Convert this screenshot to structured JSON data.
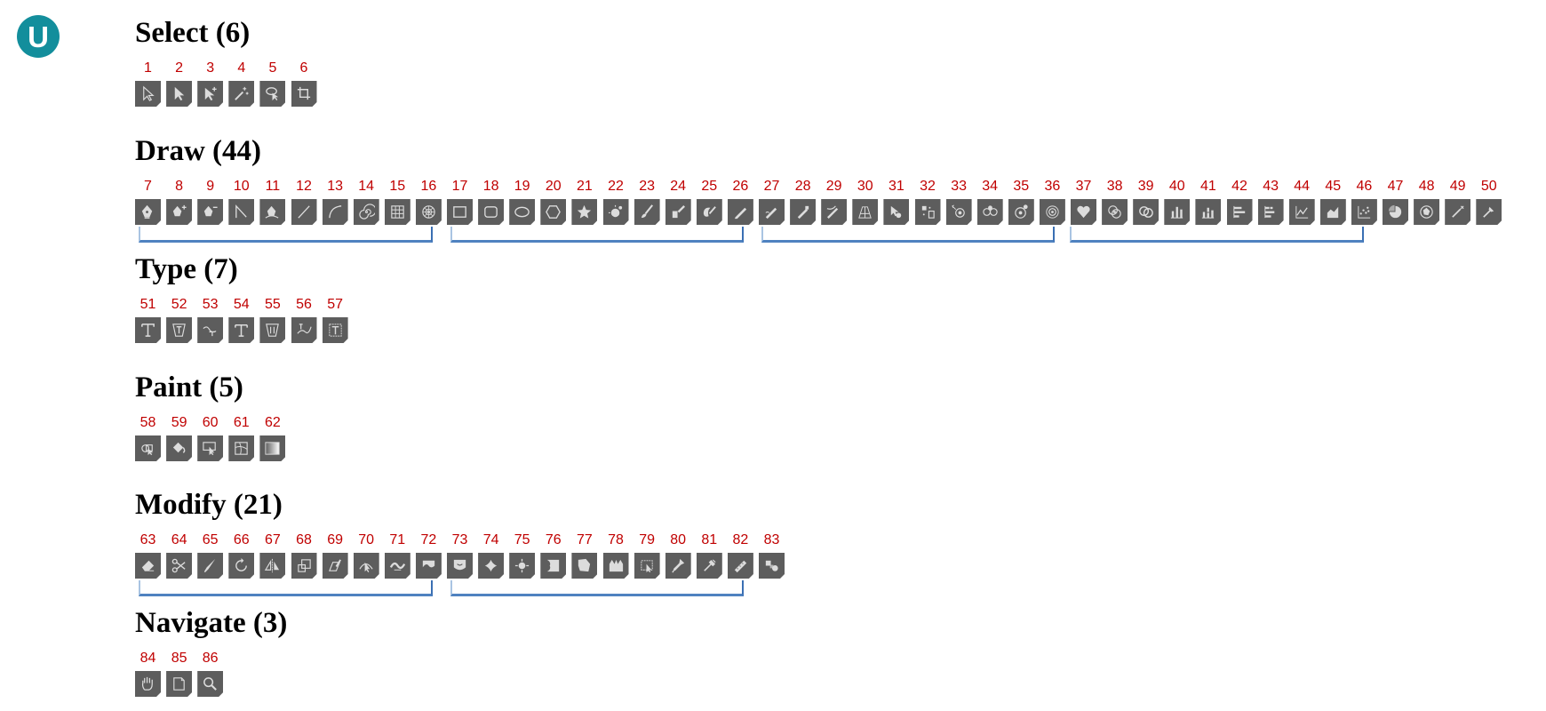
{
  "logo": {
    "letter": "U",
    "color": "#138e9c"
  },
  "number_color": "#c00000",
  "button_color": "#5d5d5d",
  "bracket_color": "#4f82c0",
  "sections": [
    {
      "title": "Select (6)",
      "tools": [
        {
          "num": "1",
          "icon": "arrow-outline-icon"
        },
        {
          "num": "2",
          "icon": "arrow-icon"
        },
        {
          "num": "3",
          "icon": "arrow-plus-icon"
        },
        {
          "num": "4",
          "icon": "magic-wand-icon"
        },
        {
          "num": "5",
          "icon": "lasso-icon"
        },
        {
          "num": "6",
          "icon": "crop-icon"
        }
      ]
    },
    {
      "title": "Draw (44)",
      "tools": [
        {
          "num": "7",
          "icon": "pen-icon"
        },
        {
          "num": "8",
          "icon": "pen-plus-icon"
        },
        {
          "num": "9",
          "icon": "pen-minus-icon"
        },
        {
          "num": "10",
          "icon": "anchor-icon"
        },
        {
          "num": "11",
          "icon": "curvature-pen-icon"
        },
        {
          "num": "12",
          "icon": "line-icon"
        },
        {
          "num": "13",
          "icon": "arc-icon"
        },
        {
          "num": "14",
          "icon": "spiral-icon"
        },
        {
          "num": "15",
          "icon": "grid-icon"
        },
        {
          "num": "16",
          "icon": "polar-grid-icon"
        },
        {
          "num": "17",
          "icon": "rectangle-icon"
        },
        {
          "num": "18",
          "icon": "rounded-rectangle-icon"
        },
        {
          "num": "19",
          "icon": "ellipse-icon"
        },
        {
          "num": "20",
          "icon": "polygon-icon"
        },
        {
          "num": "21",
          "icon": "star-icon"
        },
        {
          "num": "22",
          "icon": "flare-icon"
        },
        {
          "num": "23",
          "icon": "paintbrush-icon"
        },
        {
          "num": "24",
          "icon": "blob-brush-icon"
        },
        {
          "num": "25",
          "icon": "shaper-icon"
        },
        {
          "num": "26",
          "icon": "pencil-icon"
        },
        {
          "num": "27",
          "icon": "smooth-icon"
        },
        {
          "num": "28",
          "icon": "path-eraser-icon"
        },
        {
          "num": "29",
          "icon": "join-icon"
        },
        {
          "num": "30",
          "icon": "perspective-grid-icon"
        },
        {
          "num": "31",
          "icon": "perspective-select-icon"
        },
        {
          "num": "32",
          "icon": "symbol-sprayer-icon"
        },
        {
          "num": "33",
          "icon": "symbol-shifter-icon"
        },
        {
          "num": "34",
          "icon": "symbol-scruncher-icon"
        },
        {
          "num": "35",
          "icon": "symbol-sizer-icon"
        },
        {
          "num": "36",
          "icon": "symbol-spinner-icon"
        },
        {
          "num": "37",
          "icon": "symbol-stainer-icon"
        },
        {
          "num": "38",
          "icon": "symbol-screener-icon"
        },
        {
          "num": "39",
          "icon": "symbol-styler-icon"
        },
        {
          "num": "40",
          "icon": "column-graph-icon"
        },
        {
          "num": "41",
          "icon": "stacked-column-graph-icon"
        },
        {
          "num": "42",
          "icon": "bar-graph-icon"
        },
        {
          "num": "43",
          "icon": "stacked-bar-graph-icon"
        },
        {
          "num": "44",
          "icon": "line-graph-icon"
        },
        {
          "num": "45",
          "icon": "area-graph-icon"
        },
        {
          "num": "46",
          "icon": "scatter-graph-icon"
        },
        {
          "num": "47",
          "icon": "pie-graph-icon"
        },
        {
          "num": "48",
          "icon": "radar-graph-icon"
        },
        {
          "num": "49",
          "icon": "pen-tip-icon"
        },
        {
          "num": "50",
          "icon": "pen-angle-icon"
        }
      ]
    },
    {
      "title": "Type (7)",
      "tools": [
        {
          "num": "51",
          "icon": "type-icon"
        },
        {
          "num": "52",
          "icon": "area-type-icon"
        },
        {
          "num": "53",
          "icon": "type-on-path-icon"
        },
        {
          "num": "54",
          "icon": "vertical-type-icon"
        },
        {
          "num": "55",
          "icon": "vertical-area-type-icon"
        },
        {
          "num": "56",
          "icon": "vertical-type-on-path-icon"
        },
        {
          "num": "57",
          "icon": "touch-type-icon"
        }
      ]
    },
    {
      "title": "Paint (5)",
      "tools": [
        {
          "num": "58",
          "icon": "shape-builder-icon"
        },
        {
          "num": "59",
          "icon": "live-paint-bucket-icon"
        },
        {
          "num": "60",
          "icon": "live-paint-selection-icon"
        },
        {
          "num": "61",
          "icon": "mesh-icon"
        },
        {
          "num": "62",
          "icon": "gradient-icon"
        }
      ]
    },
    {
      "title": "Modify (21)",
      "tools": [
        {
          "num": "63",
          "icon": "eraser-icon"
        },
        {
          "num": "64",
          "icon": "scissors-icon"
        },
        {
          "num": "65",
          "icon": "knife-icon"
        },
        {
          "num": "66",
          "icon": "rotate-icon"
        },
        {
          "num": "67",
          "icon": "reflect-icon"
        },
        {
          "num": "68",
          "icon": "scale-icon"
        },
        {
          "num": "69",
          "icon": "shear-icon"
        },
        {
          "num": "70",
          "icon": "reshape-icon"
        },
        {
          "num": "71",
          "icon": "width-icon"
        },
        {
          "num": "72",
          "icon": "warp-icon"
        },
        {
          "num": "73",
          "icon": "twirl-icon"
        },
        {
          "num": "74",
          "icon": "pucker-icon"
        },
        {
          "num": "75",
          "icon": "bloat-icon"
        },
        {
          "num": "76",
          "icon": "scallop-icon"
        },
        {
          "num": "77",
          "icon": "crystallize-icon"
        },
        {
          "num": "78",
          "icon": "wrinkle-icon"
        },
        {
          "num": "79",
          "icon": "free-transform-icon"
        },
        {
          "num": "80",
          "icon": "puppet-warp-icon"
        },
        {
          "num": "81",
          "icon": "eyedropper-icon"
        },
        {
          "num": "82",
          "icon": "measure-icon"
        },
        {
          "num": "83",
          "icon": "blend-icon"
        }
      ]
    },
    {
      "title": "Navigate (3)",
      "tools": [
        {
          "num": "84",
          "icon": "hand-icon"
        },
        {
          "num": "85",
          "icon": "print-tiling-icon"
        },
        {
          "num": "86",
          "icon": "zoom-icon"
        }
      ]
    }
  ]
}
